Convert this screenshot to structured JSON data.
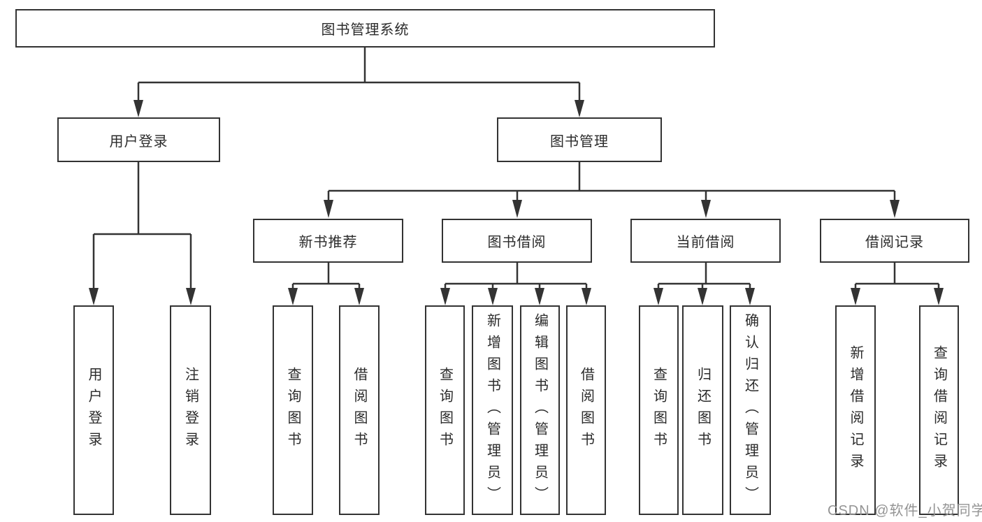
{
  "diagram": {
    "root": {
      "label": "图书管理系统"
    },
    "branches": [
      {
        "label": "用户登录",
        "children": [
          {
            "label": "用户登录"
          },
          {
            "label": "注销登录"
          }
        ]
      },
      {
        "label": "图书管理",
        "children": [
          {
            "label": "新书推荐",
            "children": [
              {
                "label": "查询图书"
              },
              {
                "label": "借阅图书"
              }
            ]
          },
          {
            "label": "图书借阅",
            "children": [
              {
                "label": "查询图书"
              },
              {
                "label": "新增图书（管理员）"
              },
              {
                "label": "编辑图书（管理员）"
              },
              {
                "label": "借阅图书"
              }
            ]
          },
          {
            "label": "当前借阅",
            "children": [
              {
                "label": "查询图书"
              },
              {
                "label": "归还图书"
              },
              {
                "label": "确认归还（管理员）"
              }
            ]
          },
          {
            "label": "借阅记录",
            "children": [
              {
                "label": "新增借阅记录"
              },
              {
                "label": "查询借阅记录"
              }
            ]
          }
        ]
      }
    ]
  },
  "watermark": {
    "text": "CSDN @软件_小贺同学"
  },
  "colors": {
    "line": "#333333",
    "box_border": "#333333",
    "text": "#2b2b2b",
    "watermark": "#949494",
    "background": "#ffffff"
  }
}
